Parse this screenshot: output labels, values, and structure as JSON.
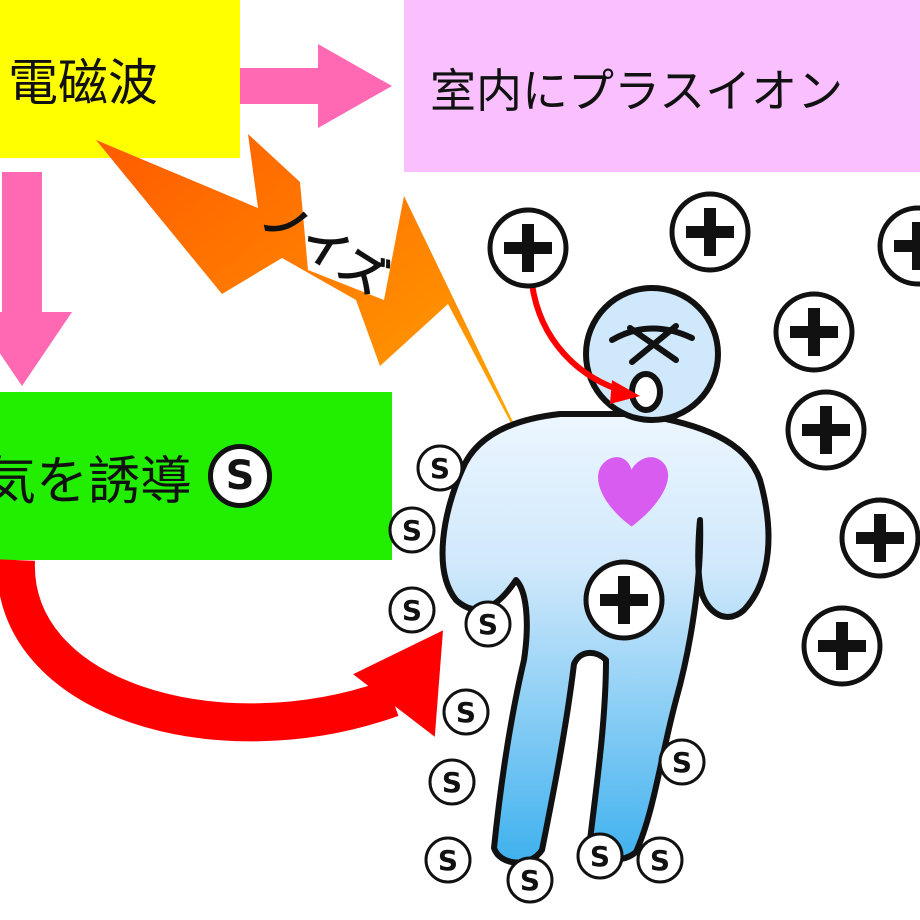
{
  "labels": {
    "electromagnetic": "電磁波",
    "plasma_ion": "室内にプラスイオン",
    "induce": "気を誘導",
    "noise": "ノイズ",
    "static_symbol": "S",
    "plus_symbol": "+"
  },
  "colors": {
    "yellow_box": "#ffff00",
    "pink_box": "#f9bfff",
    "green_box": "#22ee00",
    "pink_arrow": "#ff69b4",
    "red_arrow": "#ff0000",
    "lightning_orange": "#ff6a00",
    "lightning_yellow": "#ffaa00",
    "heart": "#d95cf0",
    "figure_top": "#e6f3ff",
    "figure_bottom": "#4eb5ee"
  },
  "icons": [
    "plus-ion-icon",
    "static-s-icon",
    "heart-icon",
    "lightning-bolt-icon",
    "person-figure-icon"
  ]
}
